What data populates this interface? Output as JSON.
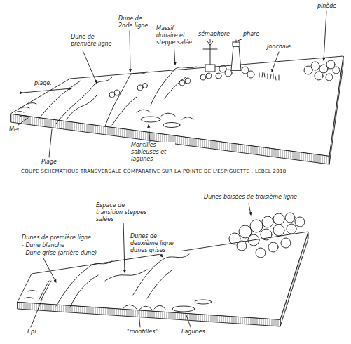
{
  "diagram": {
    "caption": "COUPE SCHEMATIQUE TRANSVERSALE COMPARATIVE SUR LA POINTE DE L'ESPIGUETTE . LEBEL 2018",
    "labels": [
      "Dune de première ligne",
      "Dune de 2nde ligne",
      "Massif dunaire et steppe salée",
      "sémaphore",
      "phare",
      "Jonchaie",
      "pinède",
      "plage.",
      "Mer",
      "Plage",
      "Montilles sableuses et lagunes",
      "Espace de transition steppes salées",
      "Dunes boisées de troisième ligne",
      "Dunes de première ligne",
      "- Dune blanche",
      "- Dune grise (arrière dune)",
      "Dunes de deuxième ligne dunes grises",
      "Epi",
      "\"montilles\"",
      "Lagunes"
    ]
  }
}
